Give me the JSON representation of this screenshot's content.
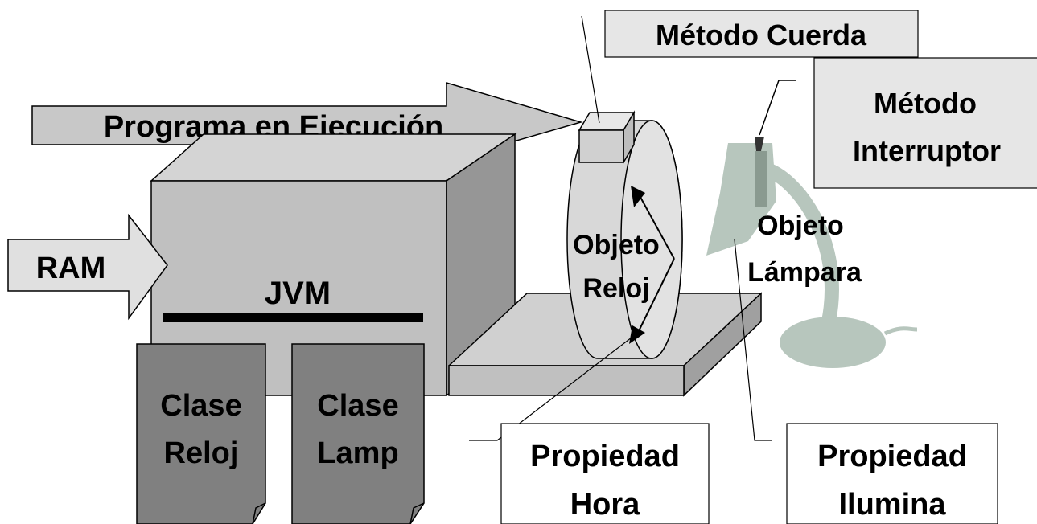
{
  "labels": {
    "program": "Programa en Ejecución",
    "ram": "RAM",
    "jvm": "JVM",
    "class_reloj": [
      "Clase",
      "Reloj"
    ],
    "class_lamp": [
      "Clase",
      "Lamp"
    ],
    "object_reloj": [
      "Objeto",
      "Reloj"
    ],
    "object_lampara": [
      "Objeto",
      "Lámpara"
    ],
    "method_cuerda": "Método Cuerda",
    "method_interruptor": [
      "Método",
      "Interruptor"
    ],
    "property_hora": [
      "Propiedad",
      "Hora"
    ],
    "property_ilumina": [
      "Propiedad",
      "Ilumina"
    ]
  },
  "colors": {
    "arrow_fill": "#c8c8c8",
    "box_front": "#c0c0c0",
    "box_top": "#d4d4d4",
    "box_side": "#969696",
    "class_doc": "#808080",
    "callout_fill": "#e6e6e6",
    "lamp": "#b7c6bd"
  }
}
